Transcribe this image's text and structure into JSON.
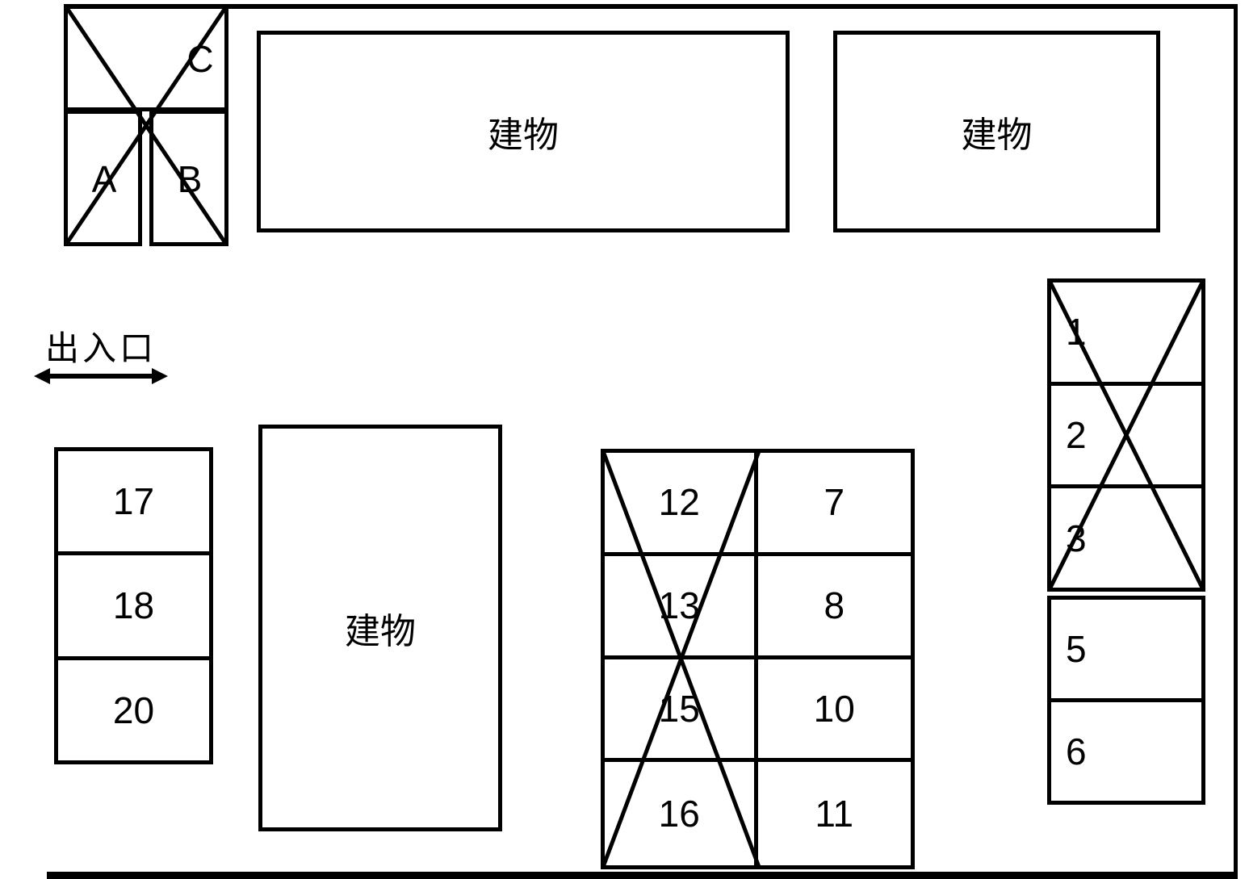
{
  "title": "parking-lot-site-map",
  "colors": {
    "line": "#000000",
    "background": "#ffffff"
  },
  "entrance": {
    "label": "出入口"
  },
  "buildings": {
    "top_center": "建物",
    "top_right": "建物",
    "middle": "建物"
  },
  "parking": {
    "abc": {
      "cells": [
        "C",
        "A",
        "B"
      ],
      "crossed_out": true
    },
    "left": {
      "cells": [
        "17",
        "18",
        "20"
      ],
      "crossed_out": false
    },
    "center": {
      "left_cells": [
        "12",
        "13",
        "15",
        "16"
      ],
      "left_crossed_out": true,
      "right_cells": [
        "7",
        "8",
        "10",
        "11"
      ],
      "right_crossed_out": false
    },
    "right": {
      "upper_cells": [
        "1",
        "2",
        "3"
      ],
      "upper_crossed_out": true,
      "lower_cells": [
        "5",
        "6"
      ],
      "lower_crossed_out": false
    }
  }
}
